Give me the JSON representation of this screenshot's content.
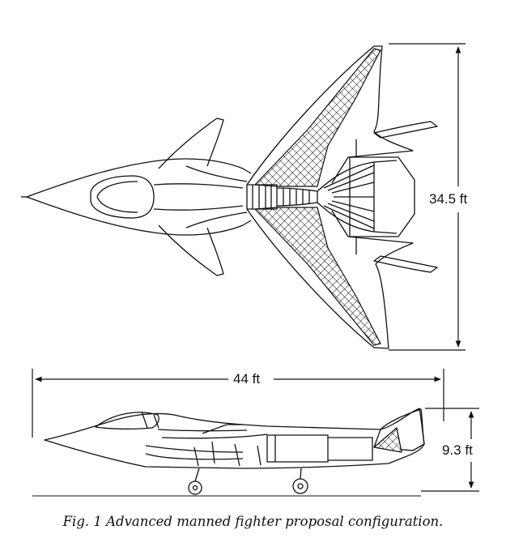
{
  "figure": {
    "caption": "Fig. 1  Advanced manned fighter proposal configuration.",
    "dimensions": {
      "wingspan": "34.5 ft",
      "length": "44 ft",
      "height": "9.3 ft"
    },
    "colors": {
      "line": "#111111",
      "background": "#ffffff"
    }
  }
}
